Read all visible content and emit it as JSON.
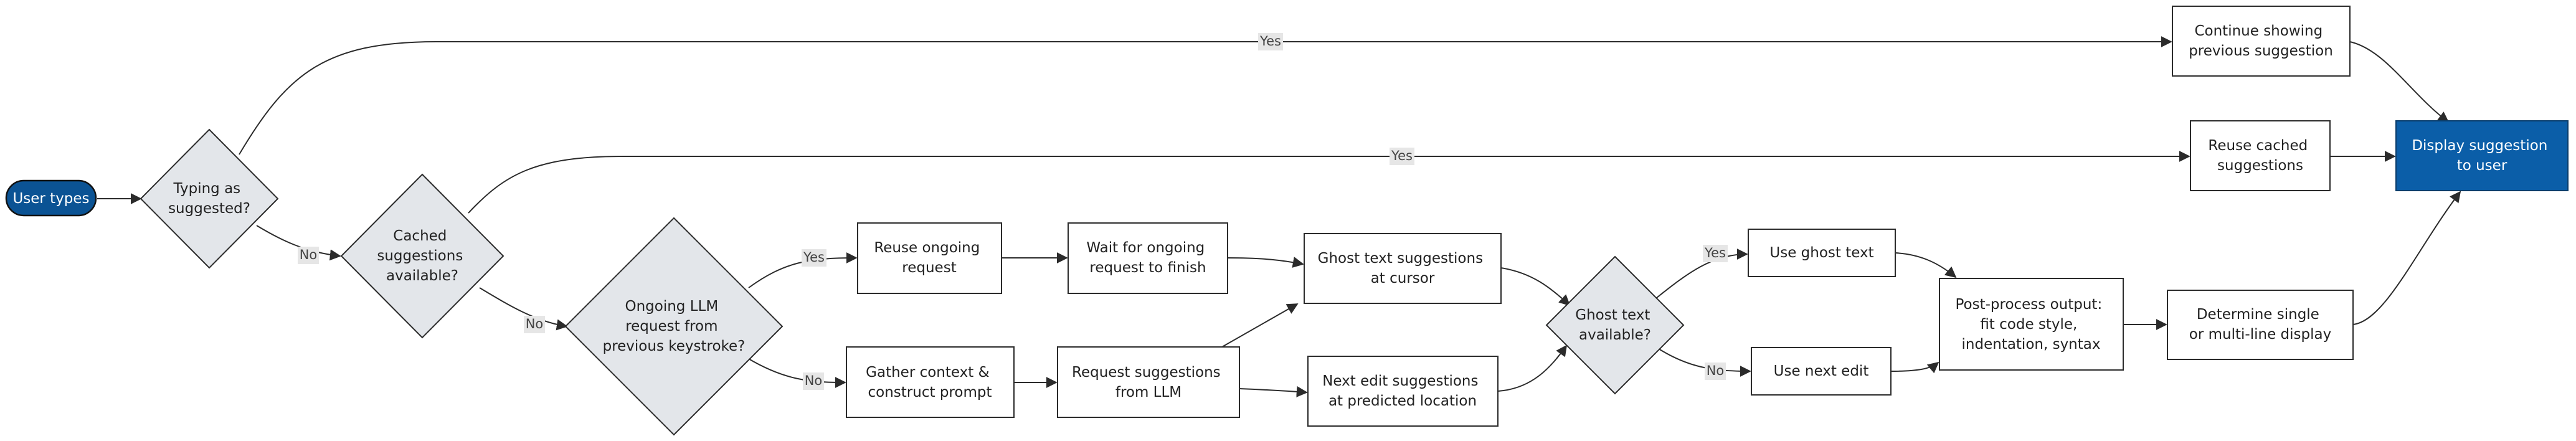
{
  "nodes": {
    "user_types": [
      "User types"
    ],
    "typing_as_suggested": [
      "Typing as",
      "suggested?"
    ],
    "cached_available": [
      "Cached",
      "suggestions",
      "available?"
    ],
    "ongoing_request": [
      "Ongoing LLM",
      "request from",
      "previous keystroke?"
    ],
    "reuse_ongoing": [
      "Reuse ongoing",
      "request"
    ],
    "wait_ongoing": [
      "Wait for ongoing",
      "request to finish"
    ],
    "gather_context": [
      "Gather context &",
      "construct prompt"
    ],
    "request_llm": [
      "Request suggestions",
      "from LLM"
    ],
    "ghost_text_cursor": [
      "Ghost text suggestions",
      "at cursor"
    ],
    "next_edit_predicted": [
      "Next edit suggestions",
      "at predicted location"
    ],
    "ghost_text_available": [
      "Ghost text",
      "available?"
    ],
    "use_ghost": [
      "Use ghost text"
    ],
    "use_next_edit": [
      "Use next edit"
    ],
    "post_process": [
      "Post-process output:",
      "fit code style,",
      "indentation, syntax"
    ],
    "continue_previous": [
      "Continue showing",
      "previous suggestion"
    ],
    "reuse_cached": [
      "Reuse cached",
      "suggestions"
    ],
    "determine_display": [
      "Determine single",
      "or multi-line display"
    ],
    "display_suggestion": [
      "Display suggestion",
      "to user"
    ]
  },
  "edge_labels": {
    "typing_yes": "Yes",
    "typing_no": "No",
    "cached_yes": "Yes",
    "cached_no": "No",
    "ongoing_yes": "Yes",
    "ongoing_no": "No",
    "ghost_yes": "Yes",
    "ghost_no": "No"
  },
  "colors": {
    "start_fill": "#0b5394",
    "end_fill": "#0b5ea8",
    "decision_fill": "#e3e6ea",
    "process_fill": "#ffffff"
  }
}
